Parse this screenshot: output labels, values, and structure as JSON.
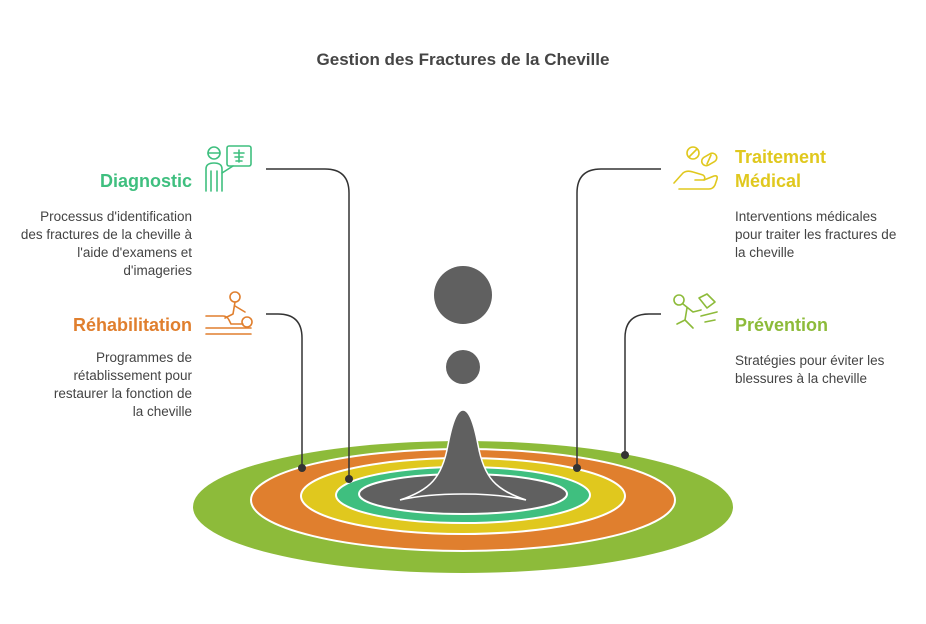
{
  "title": "Gestion des Fractures de la Cheville",
  "colors": {
    "diagnostic": "#3fbf7f",
    "traitement": "#e0c81e",
    "rehabilitation": "#e07f2e",
    "prevention": "#8dbb3a",
    "center": "#606060",
    "connector": "#333333"
  },
  "items": {
    "diagnostic": {
      "label": "Diagnostic",
      "description": "Processus d'identification des fractures de la cheville à l'aide d'examens et d'imageries",
      "icon": "doctor-xray-icon"
    },
    "traitement": {
      "label": "Traitement Médical",
      "description": "Interventions médicales pour traiter les fractures de la cheville",
      "icon": "hand-pills-icon"
    },
    "rehabilitation": {
      "label": "Réhabilitation",
      "description": "Programmes de rétablissement pour restaurer la fonction de la cheville",
      "icon": "physiotherapy-icon"
    },
    "prevention": {
      "label": "Prévention",
      "description": "Stratégies pour éviter les blessures à la cheville",
      "icon": "falling-person-icon"
    }
  }
}
